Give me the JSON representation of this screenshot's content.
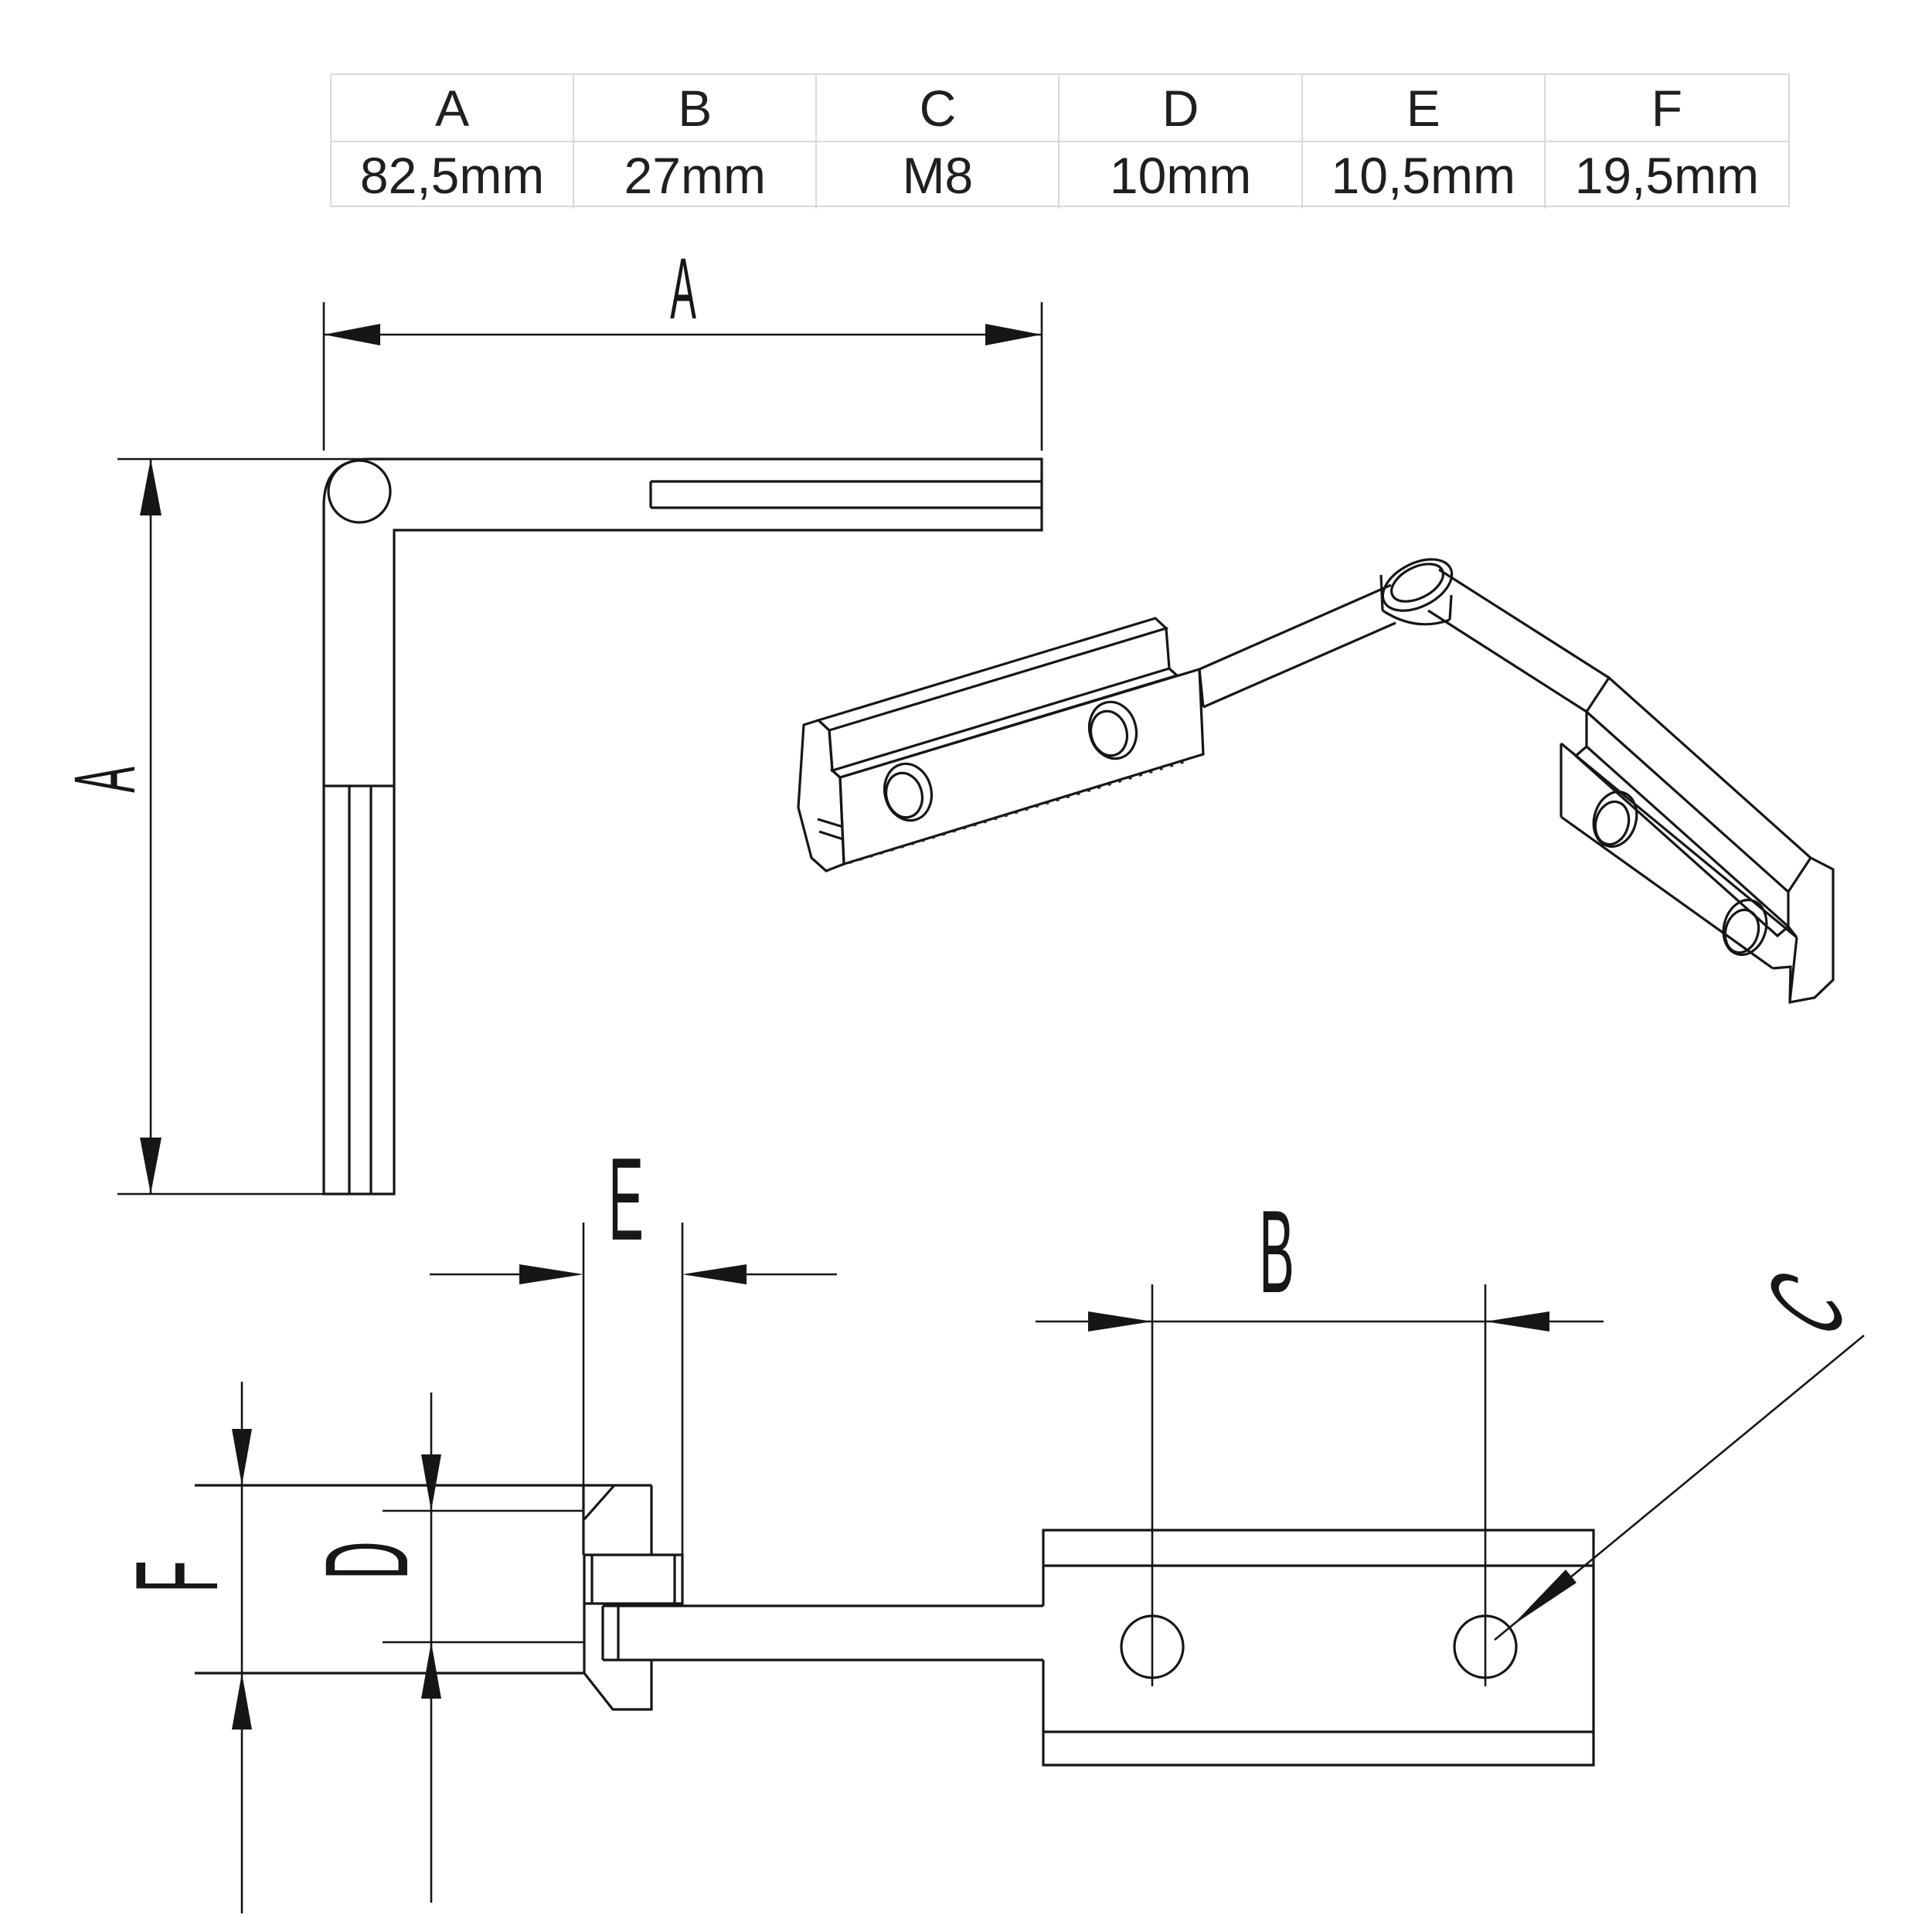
{
  "colors": {
    "background": "#ffffff",
    "line": "#161616",
    "table_border": "#d9d9d9",
    "text": "#1f1f1f"
  },
  "spec_table": {
    "columns": [
      {
        "label": "A",
        "value": "82,5mm"
      },
      {
        "label": "B",
        "value": "27mm"
      },
      {
        "label": "C",
        "value": "M8"
      },
      {
        "label": "D",
        "value": "10mm"
      },
      {
        "label": "E",
        "value": "10,5mm"
      },
      {
        "label": "F",
        "value": "19,5mm"
      }
    ]
  },
  "views": {
    "front_view": {
      "dim_labels": {
        "width_a": "A",
        "height_a": "A"
      }
    },
    "bottom_view": {
      "dim_labels": {
        "knuckle_e": "E",
        "hole_spacing_b": "B",
        "thread_callout_c": "C",
        "slot_width_d": "D",
        "profile_height_f": "F"
      }
    }
  }
}
